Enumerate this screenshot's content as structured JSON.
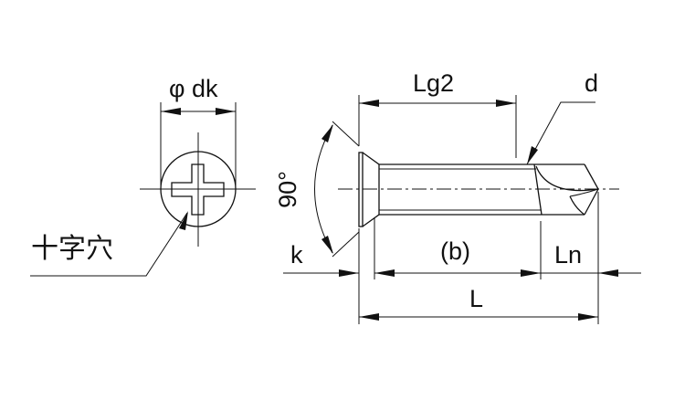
{
  "title": "Countersunk Phillips drill screw dimension diagram",
  "labels": {
    "head_diameter": "φ dk",
    "cross_recess": "十字穴",
    "thread_length_lg2": "Lg2",
    "diameter": "d",
    "angle": "90°",
    "head_height": "k",
    "thread_length_b": "(b)",
    "drill_length": "Ln",
    "total_length": "L"
  }
}
